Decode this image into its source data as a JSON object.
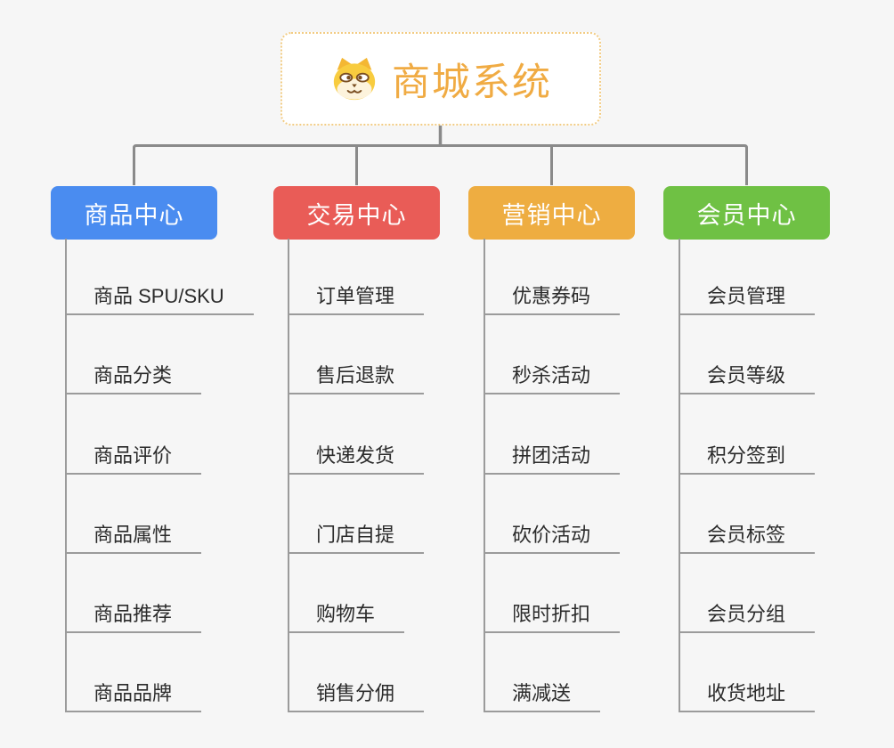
{
  "root": {
    "title": "商城系统",
    "icon": "dog-face-icon"
  },
  "theme": {
    "background": "#F6F6F6",
    "root_border": "#F2CC84",
    "root_text": "#F0AB43",
    "connector": "#8A8A8A",
    "leaf_line": "#9B9B9B",
    "leaf_text": "#2B2B2B"
  },
  "branches": [
    {
      "label": "商品中心",
      "color": "#4A8CF0",
      "items": [
        "商品 SPU/SKU",
        "商品分类",
        "商品评价",
        "商品属性",
        "商品推荐",
        "商品品牌"
      ]
    },
    {
      "label": "交易中心",
      "color": "#E95C57",
      "items": [
        "订单管理",
        "售后退款",
        "快递发货",
        "门店自提",
        "购物车",
        "销售分佣"
      ]
    },
    {
      "label": "营销中心",
      "color": "#EEAD41",
      "items": [
        "优惠券码",
        "秒杀活动",
        "拼团活动",
        "砍价活动",
        "限时折扣",
        "满减送"
      ]
    },
    {
      "label": "会员中心",
      "color": "#6FC144",
      "items": [
        "会员管理",
        "会员等级",
        "积分签到",
        "会员标签",
        "会员分组",
        "收货地址"
      ]
    }
  ]
}
